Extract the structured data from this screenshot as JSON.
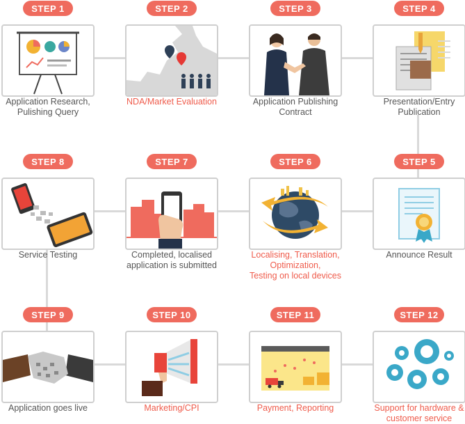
{
  "steps": [
    {
      "pill": "STEP 1",
      "caption": [
        "Application Research,",
        "Pulishing Query"
      ],
      "highlight": false,
      "icon": "presentation-board-icon"
    },
    {
      "pill": "STEP 2",
      "caption": [
        "NDA/Market Evaluation"
      ],
      "highlight": true,
      "icon": "map-location-icon"
    },
    {
      "pill": "STEP 3",
      "caption": [
        "Application Publishing",
        "Contract"
      ],
      "highlight": false,
      "icon": "handshake-people-icon"
    },
    {
      "pill": "STEP 4",
      "caption": [
        "Presentation/Entry",
        "Publication"
      ],
      "highlight": false,
      "icon": "documents-pen-icon"
    },
    {
      "pill": "STEP 5",
      "caption": [
        "Announce Result"
      ],
      "highlight": false,
      "icon": "certificate-icon"
    },
    {
      "pill": "STEP 6",
      "caption": [
        "Localising, Translation,",
        "Optimization,",
        "Testing on local devices"
      ],
      "highlight": true,
      "icon": "globe-arrows-icon"
    },
    {
      "pill": "STEP 7",
      "caption": [
        "Completed, localised",
        "application is submitted"
      ],
      "highlight": false,
      "icon": "phone-city-icon"
    },
    {
      "pill": "STEP 8",
      "caption": [
        "Service Testing"
      ],
      "highlight": false,
      "icon": "devices-testing-icon"
    },
    {
      "pill": "STEP 9",
      "caption": [
        "Application goes live"
      ],
      "highlight": false,
      "icon": "handshake-icon"
    },
    {
      "pill": "STEP 10",
      "caption": [
        "Marketing/CPI"
      ],
      "highlight": true,
      "icon": "megaphone-icon"
    },
    {
      "pill": "STEP 11",
      "caption": [
        "Payment, Reporting"
      ],
      "highlight": true,
      "icon": "payment-chart-icon"
    },
    {
      "pill": "STEP 12",
      "caption": [
        "Support for hardware &",
        "customer service"
      ],
      "highlight": true,
      "icon": "gears-support-icon"
    }
  ],
  "colors": {
    "pill": "#ef6b5e",
    "highlight_text": "#ef5b4b",
    "normal_text": "#555555",
    "border": "#cfcfcf"
  }
}
